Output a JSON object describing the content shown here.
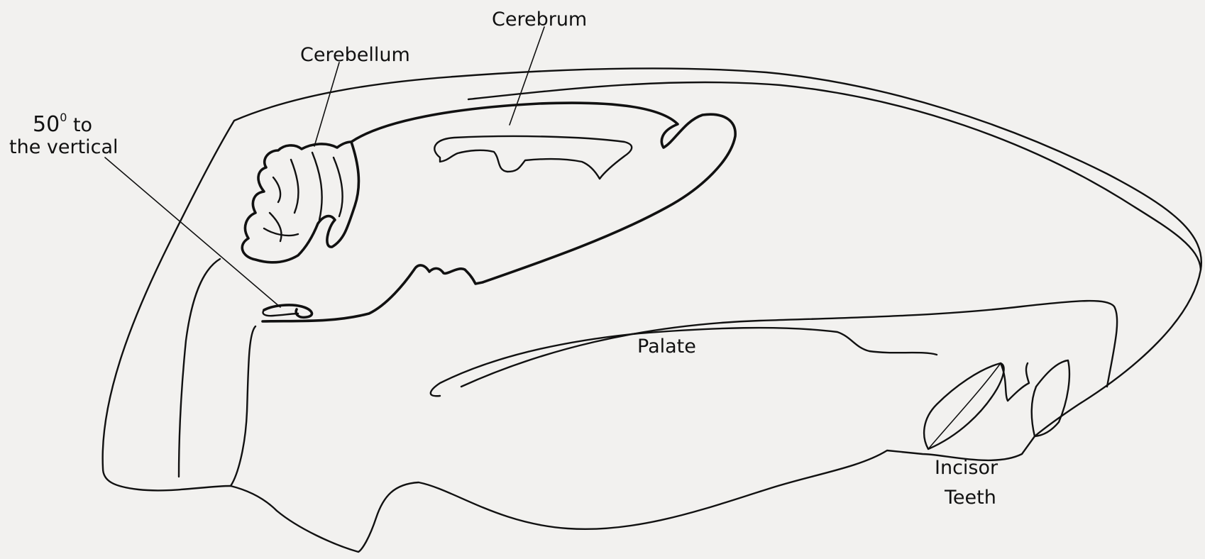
{
  "labels": {
    "cerebrum": "Cerebrum",
    "cerebellum": "Cerebellum",
    "angle_line1": "50",
    "angle_degree": "0",
    "angle_line1_suffix": " to",
    "angle_line2": "the vertical",
    "palate": "Palate",
    "incisor_line1": "Incisor",
    "incisor_line2": "Teeth"
  },
  "colors": {
    "ink": "#111111",
    "paper": "#f2f1ef"
  }
}
